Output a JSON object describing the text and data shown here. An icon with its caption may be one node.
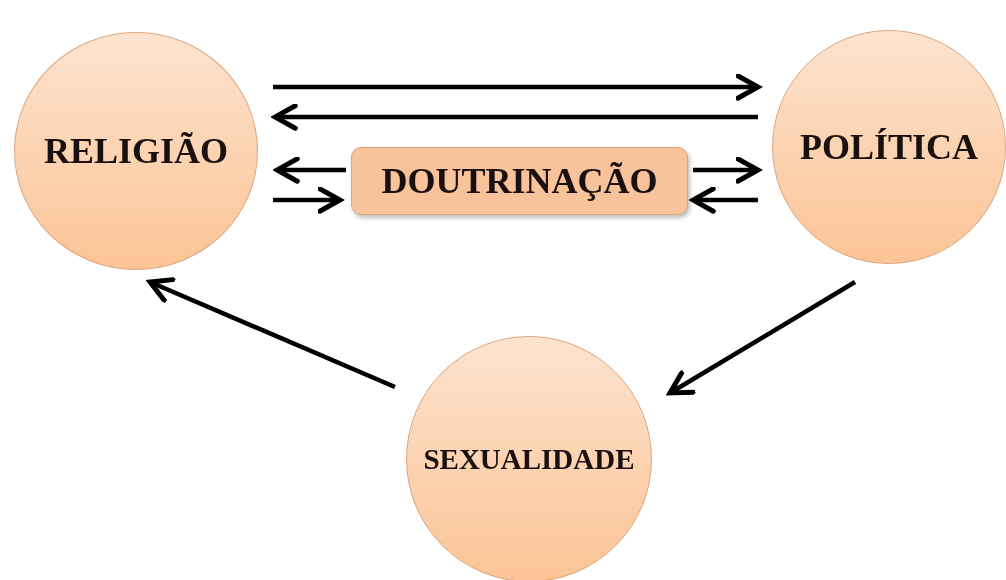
{
  "diagram": {
    "nodes": [
      {
        "text": [
          "RELIGIÃO"
        ]
      },
      {
        "text": [
          "POLÍTICA"
        ]
      },
      {
        "text": [
          "SEXUALIDADE"
        ]
      },
      {
        "text": [
          "DOUTRINAÇÃO"
        ]
      }
    ],
    "edges": [
      {
        "from": 0,
        "to": 1,
        "arrow": "to"
      },
      {
        "from": 1,
        "to": 0,
        "arrow": "to"
      },
      {
        "from": 3,
        "to": 0,
        "arrow": "to"
      },
      {
        "from": 0,
        "to": 3,
        "arrow": "to"
      },
      {
        "from": 3,
        "to": 1,
        "arrow": "to"
      },
      {
        "from": 1,
        "to": 3,
        "arrow": "to"
      },
      {
        "from": 1,
        "to": 2,
        "arrow": "to"
      },
      {
        "from": 2,
        "to": 0,
        "arrow": "to"
      }
    ]
  }
}
